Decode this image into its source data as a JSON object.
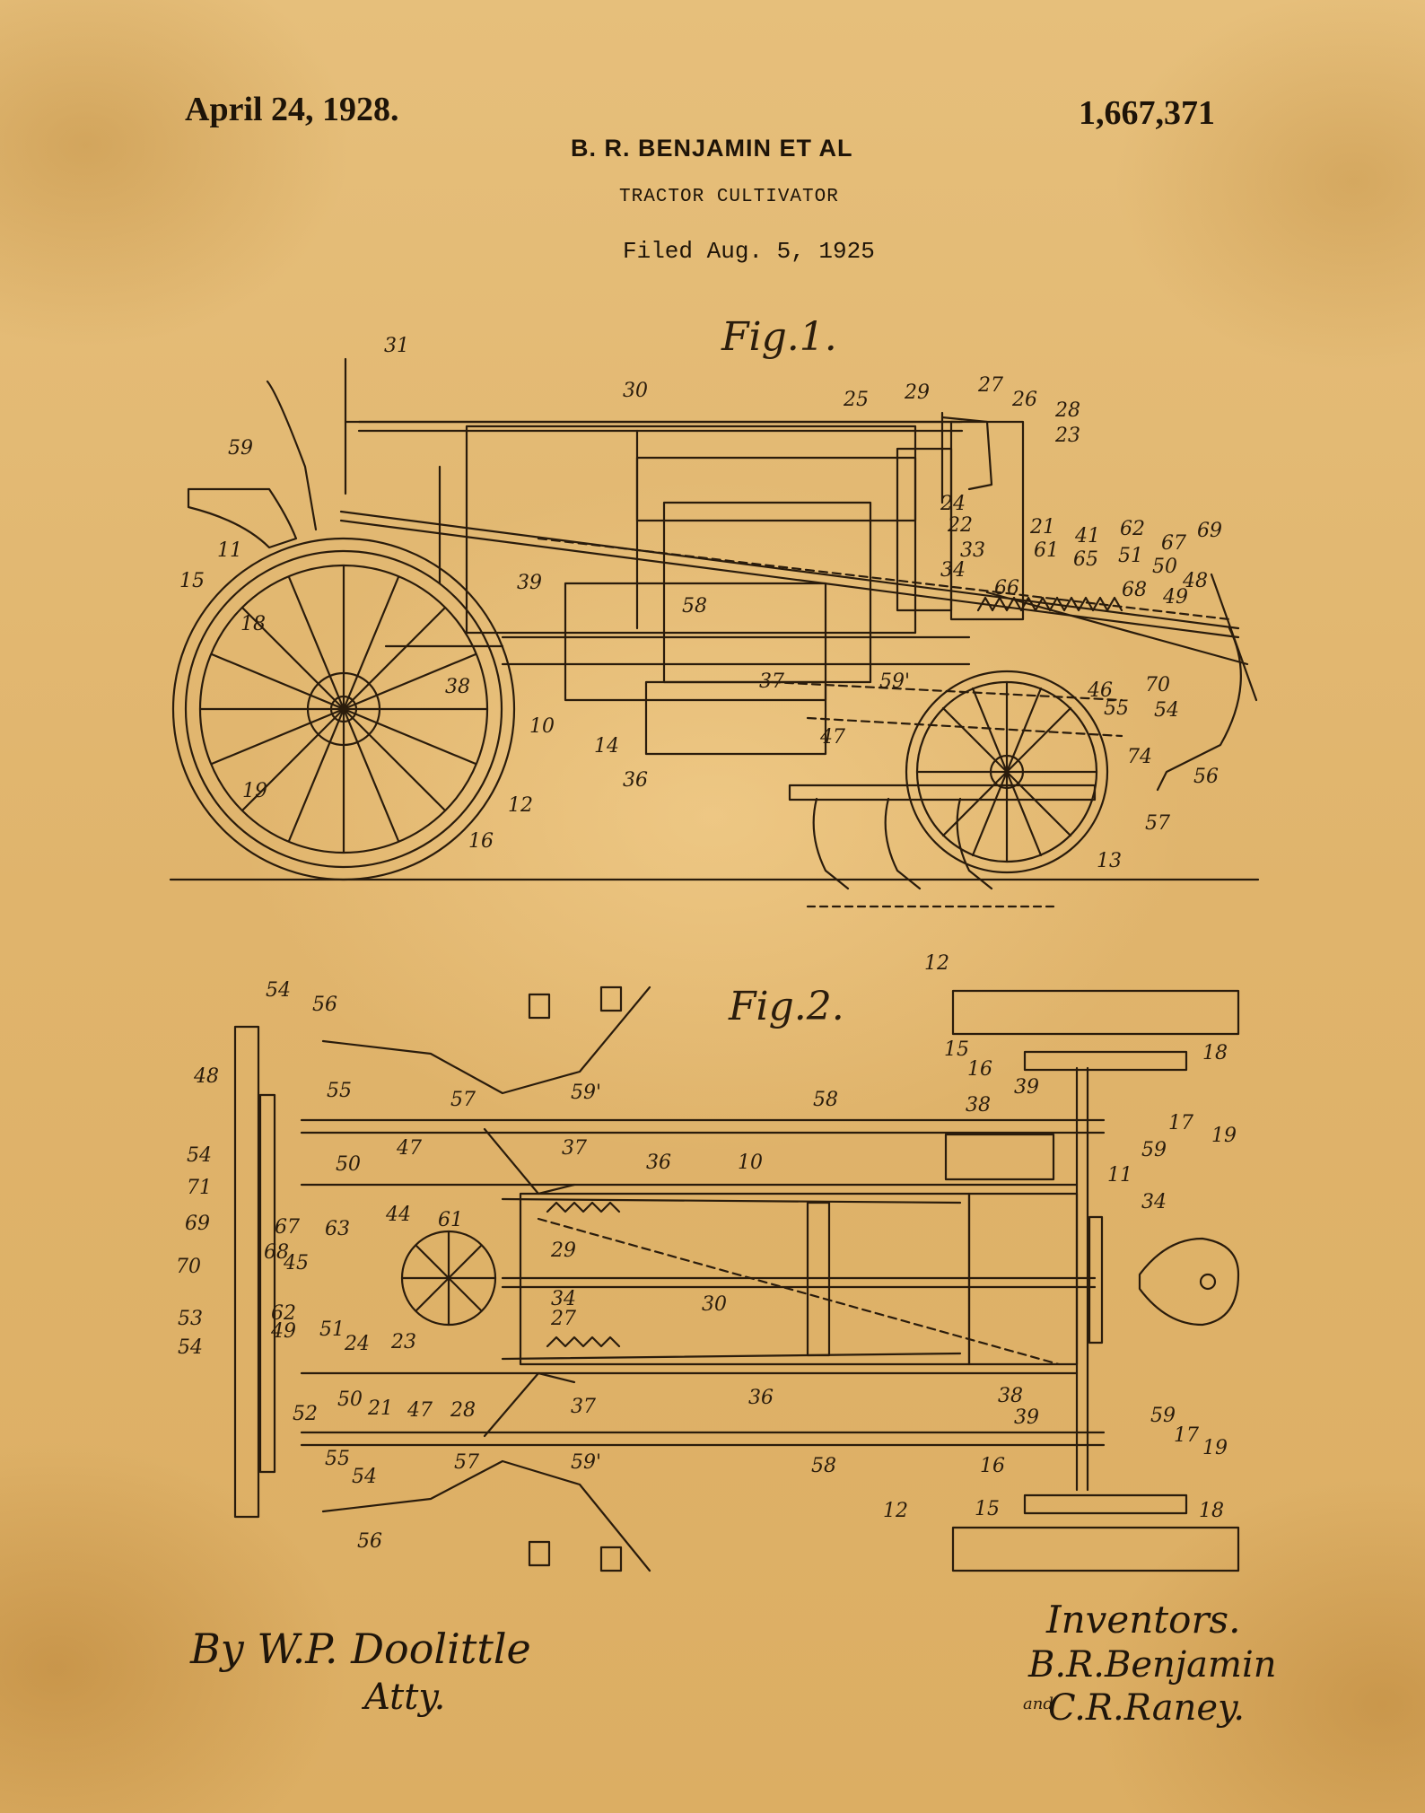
{
  "header": {
    "date": "April 24, 1928.",
    "patent_number": "1,667,371",
    "inventor": "B. R. BENJAMIN  ET AL",
    "title": "TRACTOR CULTIVATOR",
    "filed": "Filed Aug. 5, 1925"
  },
  "figures": {
    "fig1": {
      "label": "Fig.1.",
      "reference_numerals": [
        "31",
        "30",
        "25",
        "29",
        "27",
        "26",
        "28",
        "23",
        "59",
        "24",
        "22",
        "21",
        "33",
        "61",
        "41",
        "62",
        "67",
        "69",
        "11",
        "65",
        "51",
        "50",
        "48",
        "34",
        "66",
        "68",
        "49",
        "15",
        "39",
        "58",
        "18",
        "38",
        "37",
        "59'",
        "46",
        "70",
        "55",
        "54",
        "10",
        "47",
        "14",
        "36",
        "74",
        "56",
        "19",
        "12",
        "16",
        "57",
        "13"
      ]
    },
    "fig2": {
      "label": "Fig.2.",
      "reference_numerals": [
        "54",
        "56",
        "12",
        "48",
        "55",
        "57",
        "59'",
        "15",
        "16",
        "18",
        "39",
        "58",
        "38",
        "17",
        "19",
        "59",
        "54",
        "47",
        "37",
        "36",
        "10",
        "11",
        "71",
        "50",
        "34",
        "69",
        "67",
        "63",
        "44",
        "61",
        "29",
        "70",
        "68",
        "45",
        "34",
        "27",
        "30",
        "53",
        "62",
        "49",
        "51",
        "24",
        "23",
        "54",
        "52",
        "50",
        "21",
        "47",
        "28",
        "37",
        "36",
        "38",
        "39",
        "59",
        "17",
        "19",
        "55",
        "57",
        "59'",
        "58",
        "16",
        "54",
        "12",
        "15",
        "56",
        "18"
      ]
    }
  },
  "signatures": {
    "attorney": "By W.P. Doolittle",
    "attorney_title": "Atty.",
    "inventors_label": "Inventors.",
    "inventor_1": "B.R.Benjamin",
    "conjunction": "and",
    "inventor_2": "C.R.Raney."
  },
  "colors": {
    "paper": "#e2b872",
    "ink": "#2a1c0c"
  }
}
